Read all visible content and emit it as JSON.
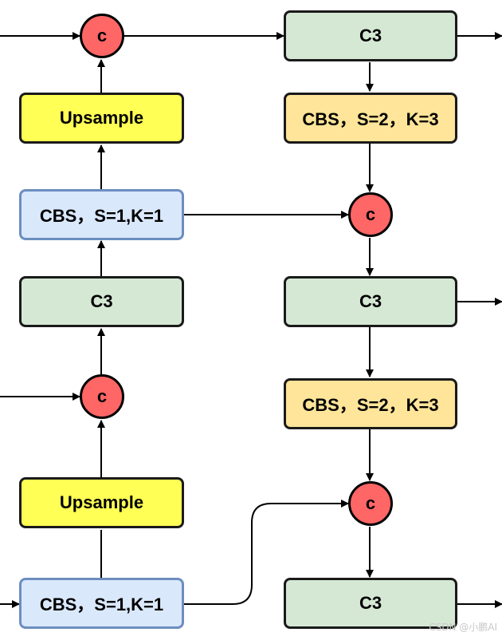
{
  "diagram": {
    "left": {
      "concat_top": "c",
      "upsample_top": "Upsample",
      "cbs_mid": "CBS，S=1,K=1",
      "c3": "C3",
      "concat_bottom": "c",
      "upsample_bottom": "Upsample",
      "cbs_bottom": "CBS，S=1,K=1"
    },
    "right": {
      "c3_top": "C3",
      "cbs_top": "CBS，S=2，K=3",
      "concat_top": "c",
      "c3_mid": "C3",
      "cbs_bottom": "CBS，S=2，K=3",
      "concat_bottom": "c",
      "c3_bottom": "C3"
    }
  },
  "colors": {
    "c3_fill": "#d5e8d4",
    "upsample_fill": "#ffff55",
    "cbs_blue_fill": "#dae8fc",
    "cbs_blue_border": "#6c8ebf",
    "cbs_orange_fill": "#ffe599",
    "concat_fill": "#ff6666"
  },
  "watermark": "CSDN @小鹏AI"
}
